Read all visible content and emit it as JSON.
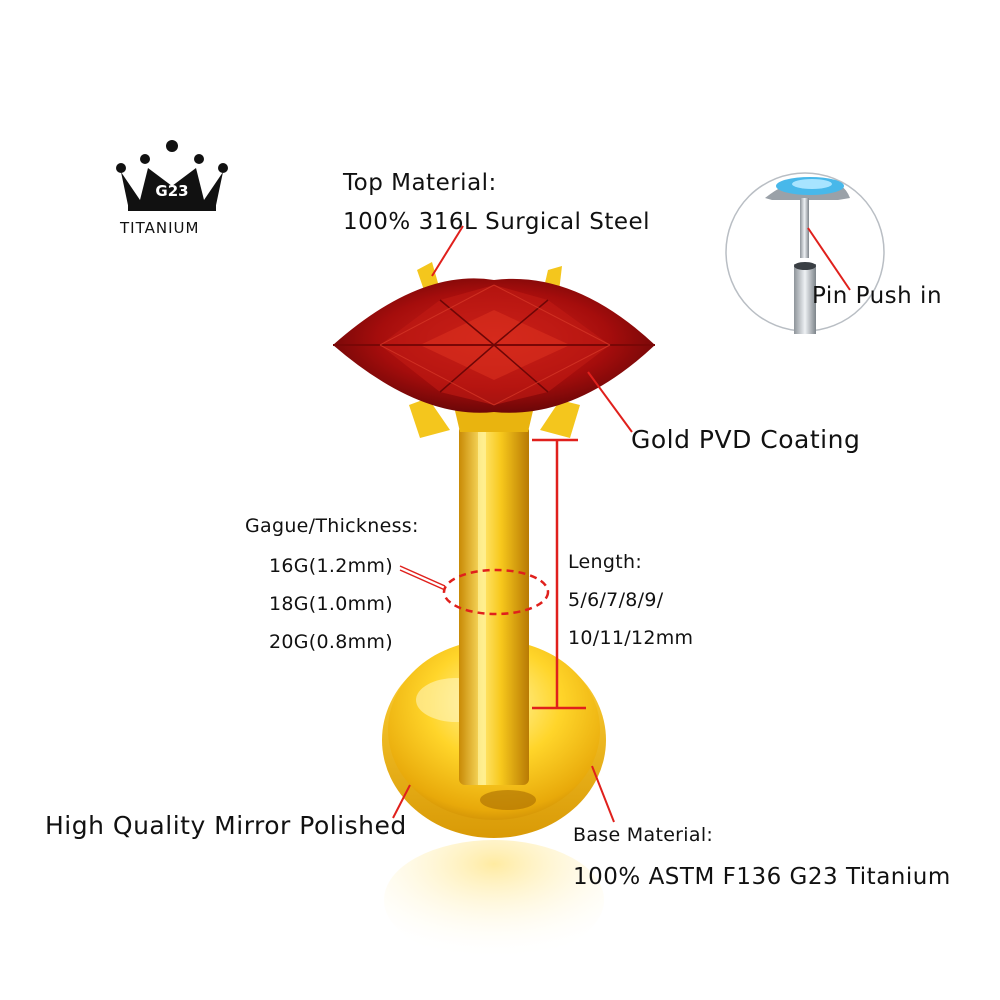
{
  "brand": {
    "grade": "G23",
    "material": "TITANIUM",
    "icon": "crown-icon"
  },
  "labels": {
    "top_material_title": "Top Material:",
    "top_material_value": "100% 316L Surgical Steel",
    "pin_push": "Pin Push in",
    "coating": "Gold PVD Coating",
    "gauge_title": "Gague/Thickness:",
    "gauge_options": [
      "16G(1.2mm)",
      "18G(1.0mm)",
      "20G(0.8mm)"
    ],
    "length_title": "Length:",
    "length_values_1": "5/6/7/8/9/",
    "length_values_2": "10/11/12mm",
    "polish": "High Quality Mirror Polished",
    "base_material_title": "Base Material:",
    "base_material_value": "100% ASTM F136 G23 Titanium"
  },
  "colors": {
    "gold": "#f2c21a",
    "gem_red": "#b3100f",
    "callout_red": "#e0201c",
    "opal_blue": "#48b8ea"
  }
}
